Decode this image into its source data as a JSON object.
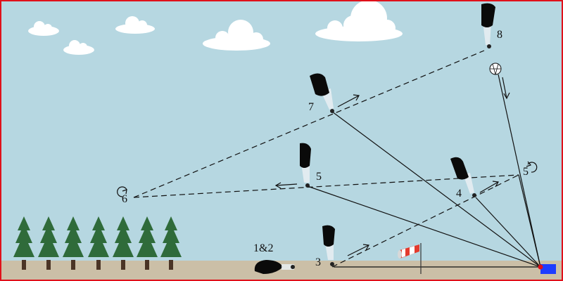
{
  "colors": {
    "sky": "#b6d7e1",
    "ground": "#cbbfa7",
    "border": "#e0101a",
    "tree_foliage": "#2f6b3a",
    "tree_trunk": "#4a3426",
    "target_marker": "#1e3cff",
    "target_dot": "#e0101a",
    "windsock_red": "#e33b2e",
    "windsock_white": "#ffffff"
  },
  "icons": [
    "tree-icon",
    "cloud-icon",
    "windsock-icon",
    "parachute-canopy-icon",
    "round-reserve-canopy-icon",
    "target-flag-icon",
    "turn-arrow-icon"
  ],
  "labels": {
    "p12": "1&2",
    "p3": "3",
    "p4": "4",
    "p5a": "5",
    "p5b": "5",
    "p6": "6",
    "p7": "7",
    "p8": "8"
  }
}
